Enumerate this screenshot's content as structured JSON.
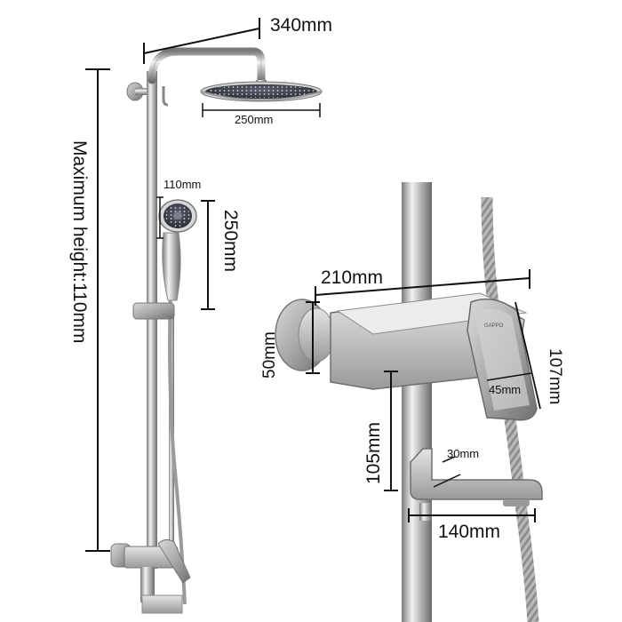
{
  "labels": {
    "rain_head_reach": "340mm",
    "rain_head_diameter": "250mm",
    "max_height": "Maximum height:110mm",
    "hand_shower_width": "110mm",
    "hand_shower_length": "250mm",
    "mixer_width": "210mm",
    "mixer_height": "50mm",
    "handle_length": "107mm",
    "handle_width": "45mm",
    "spout_drop": "105mm",
    "spout_thickness": "30mm",
    "spout_length": "140mm"
  },
  "colors": {
    "steel_light": "#e6e6e6",
    "steel_mid": "#b9b9b9",
    "steel_dark": "#6d6d6d",
    "dimension_line": "#111111"
  }
}
